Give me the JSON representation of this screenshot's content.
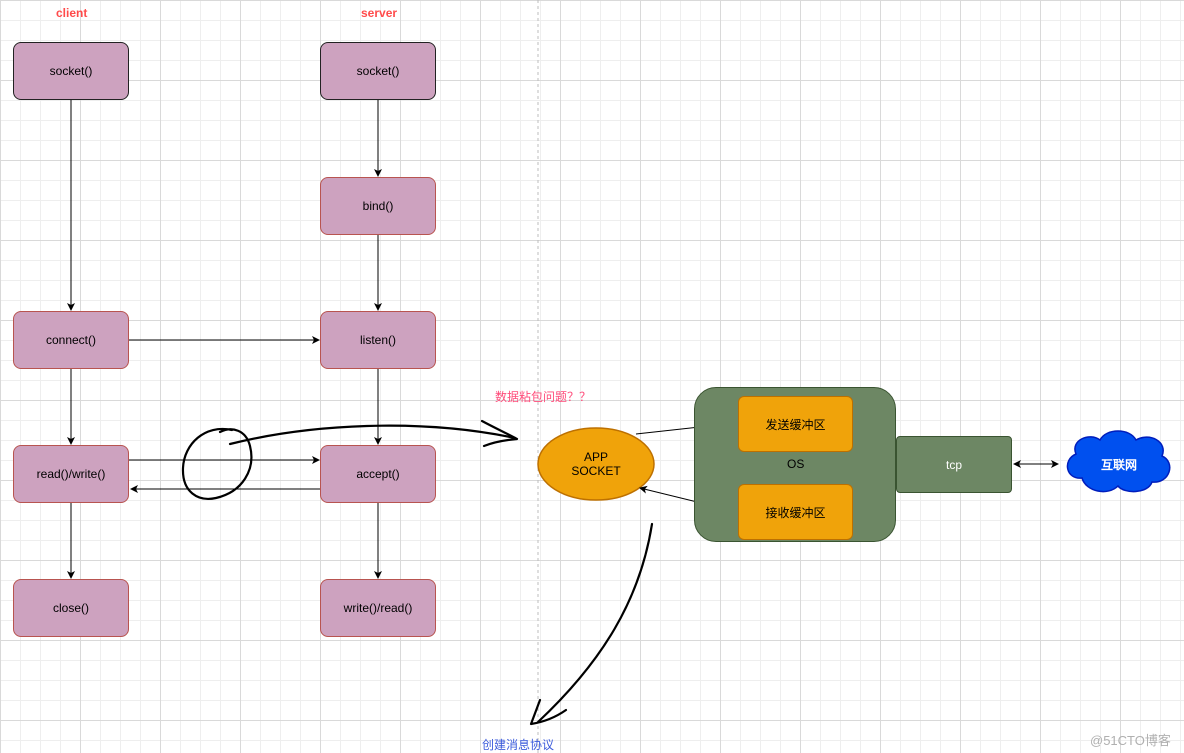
{
  "headers": {
    "client": "client",
    "server": "server"
  },
  "client": {
    "socket": "socket()",
    "connect": "connect()",
    "read_write": "read()/write()",
    "close": "close()"
  },
  "server": {
    "socket": "socket()",
    "bind": "bind()",
    "listen": "listen()",
    "accept": "accept()",
    "write_read": "write()/read()"
  },
  "annotations": {
    "sticky_packet": "数据粘包问题？？",
    "create_protocol": "创建消息协议"
  },
  "app_socket": {
    "line1": "APP",
    "line2": "SOCKET"
  },
  "os": {
    "label": "OS",
    "send_buffer": "发送缓冲区",
    "recv_buffer": "接收缓冲区"
  },
  "tcp": "tcp",
  "internet": "互联网",
  "watermark": "@51CTO博客",
  "colors": {
    "box_fill": "#cda2bf",
    "os_fill": "#6d8764",
    "buffer_fill": "#f0a30a",
    "cloud_fill": "#0050ef"
  }
}
